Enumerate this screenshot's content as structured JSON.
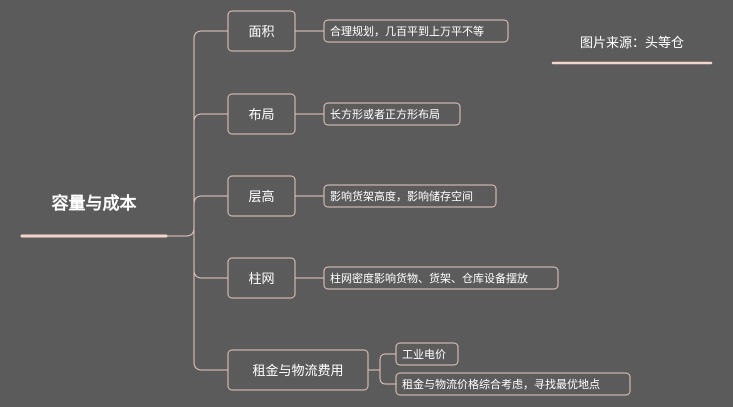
{
  "root": {
    "label": "容量与成本"
  },
  "branches": [
    {
      "label": "面积",
      "details": [
        "合理规划，几百平到上万平不等"
      ]
    },
    {
      "label": "布局",
      "details": [
        "长方形或者正方形布局"
      ]
    },
    {
      "label": "层高",
      "details": [
        "影响货架高度，影响储存空间"
      ]
    },
    {
      "label": "柱网",
      "details": [
        "柱网密度影响货物、货架、仓库设备摆放"
      ]
    },
    {
      "label": "租金与物流费用",
      "details": [
        "工业电价",
        "租金与物流价格综合考虑，寻找最优地点"
      ]
    }
  ],
  "source": {
    "label": "图片来源：头等仓"
  },
  "colors": {
    "background": "#5b5b5b",
    "node_fill": "#5b5b5b",
    "stroke": "#e8c8c0",
    "underline": "#f2d4cc",
    "text": "#ffffff"
  }
}
